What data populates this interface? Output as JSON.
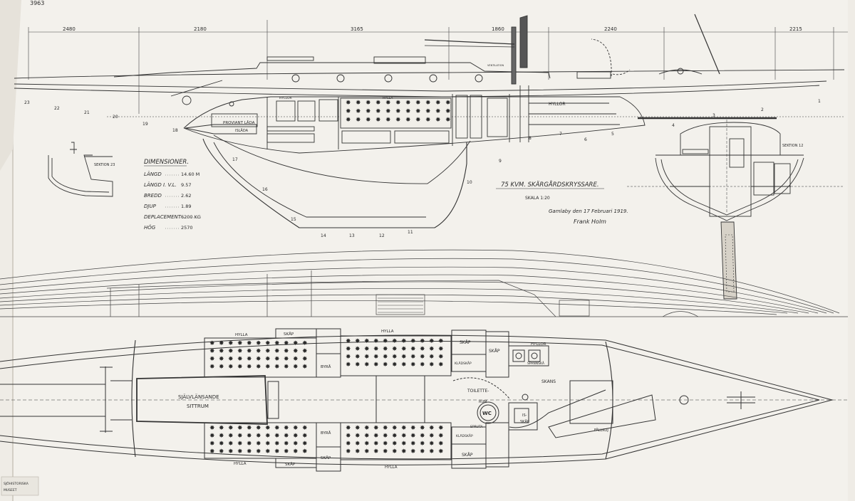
{
  "sheet": {
    "number": "3963",
    "title": "75 KVM. SKÄRGÅRDSKRYSSARE.",
    "scale": "SKALA 1:20",
    "signature_date": "Gamlaby den 17 Februari 1919.",
    "signature_name": "Frank Holm",
    "archive_stamp": [
      "SJÖHISTORISKA",
      "MUSEET"
    ]
  },
  "dimensions": {
    "heading": "DIMENSIONER.",
    "rows": [
      {
        "label": "LÄNGD",
        "value": "14.60 M"
      },
      {
        "label": "LÄNGD I. V.L.",
        "value": "9.57"
      },
      {
        "label": "BREDD",
        "value": "2.62"
      },
      {
        "label": "DJUP",
        "value": "1.89"
      },
      {
        "label": "DEPLACEMENT",
        "value": "6200 KG"
      },
      {
        "label": "HÖG",
        "value": "2570"
      }
    ]
  },
  "top_dimensions": [
    "2480",
    "2180",
    "3165",
    "1860",
    "2240",
    "2215"
  ],
  "section_labels": {
    "left": "SEKTION 23",
    "right": "SEKTION 12"
  },
  "profile_labels": {
    "hyllor_1": "HYLLOR",
    "hylla_1": "HYLLA",
    "hyllor_2": "HYLLOR",
    "proviant": "PROVIANT LÅDA",
    "islada": "ISLÅDA",
    "small_note": "VENTILATION"
  },
  "station_numbers": [
    "23",
    "22",
    "21",
    "20",
    "19",
    "18",
    "17",
    "16",
    "15",
    "14",
    "13",
    "12",
    "11",
    "10",
    "9",
    "8",
    "7",
    "6",
    "5",
    "4",
    "3",
    "2",
    "1"
  ],
  "plan_labels": {
    "sjalvlansande": "SJÄLVLÄNSANDE",
    "sittrum": "SITTRUM",
    "hylla_top": "HYLLA",
    "skap_top": "SKÅP",
    "hylla_top2": "HYLLA",
    "skap_top2": "SKÅP",
    "skap_top3": "SKÅP",
    "hyllor_plan": "HYLLOR",
    "byra_top": "BYRÅ",
    "klad_top": "KLÄDSKÅP",
    "spanska": "SPANNSKÅ",
    "skans": "SKANS",
    "toilette1": "TOILETTE-",
    "toilette2": "RUM",
    "wc": "WC",
    "spruta": "SPRUTA",
    "is1": "IS-",
    "is2": "SKÅP",
    "klad_bot": "KLÄDSKÅP",
    "skap_bot": "SKÅP",
    "fallkoj": "FÄLLKOJ",
    "byra_bot": "BYRÅ",
    "skap_bot2": "SKÅP",
    "hylla_bot": "HYLLA",
    "skap_bot3": "SKÅP",
    "hylla_bot2": "HYLLA"
  }
}
